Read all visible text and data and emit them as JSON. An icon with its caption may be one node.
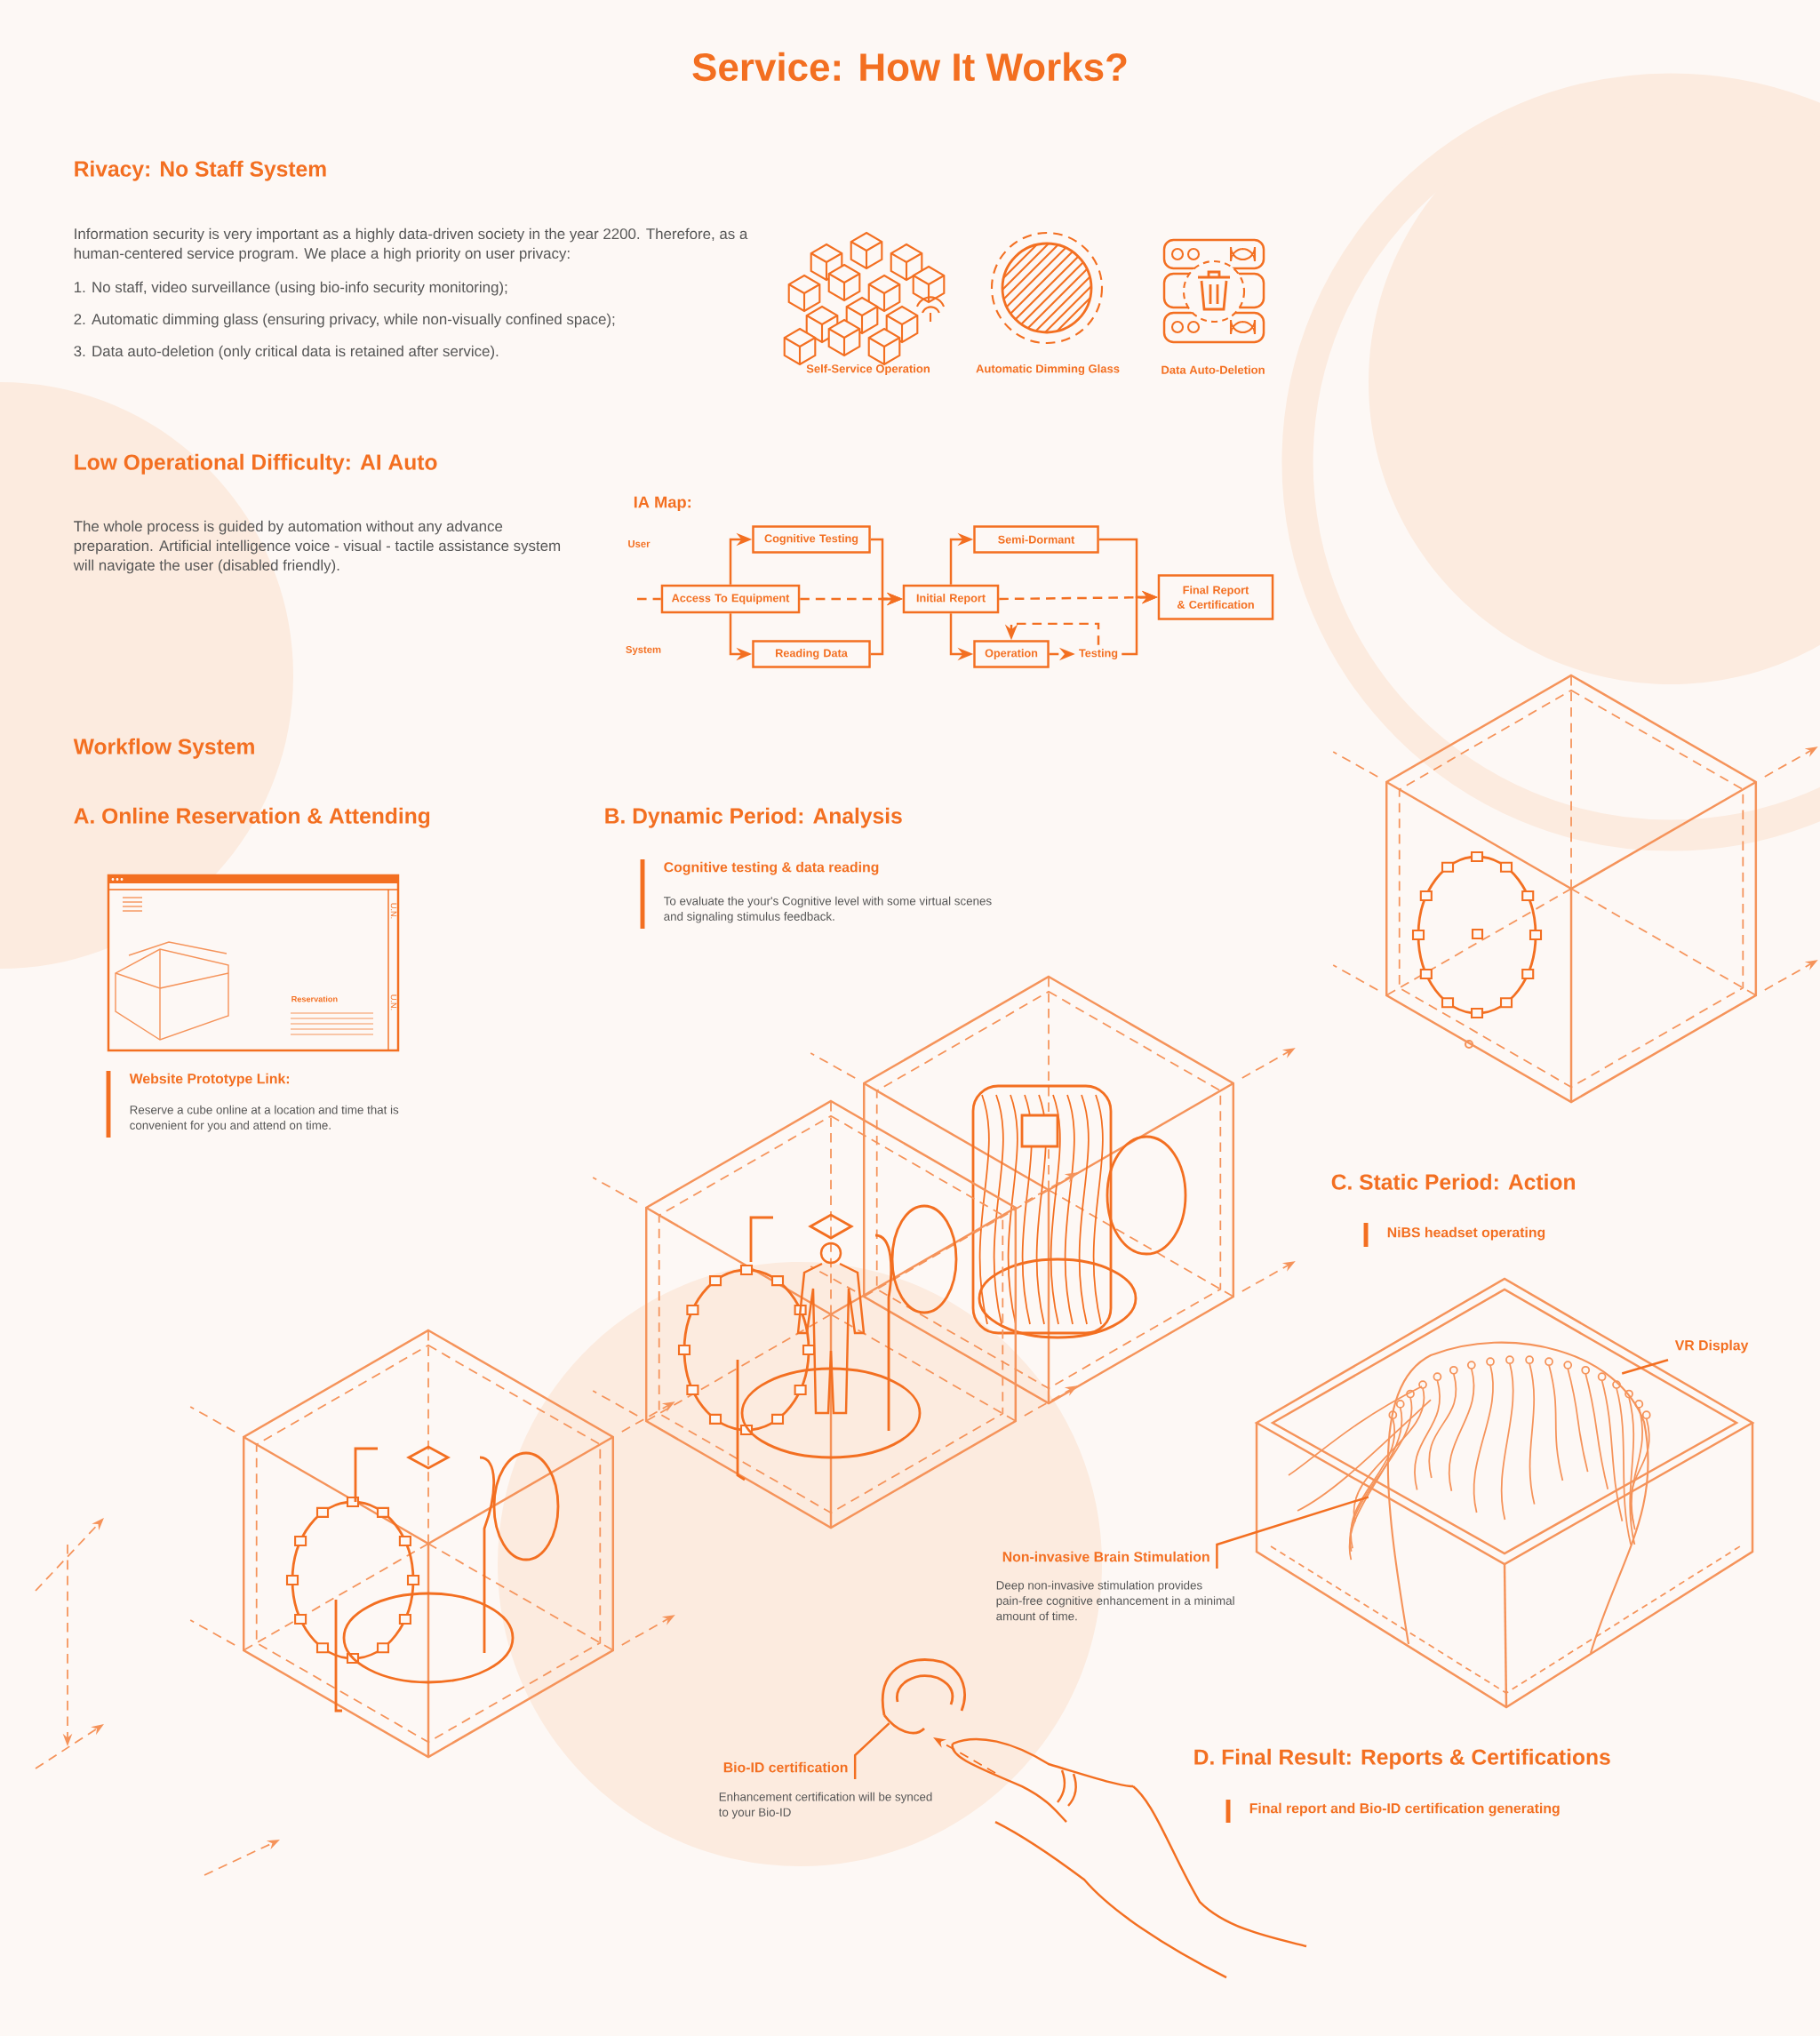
{
  "diagram": {
    "title": "Service: How It Works?",
    "nodes": [
      {
        "text": [
          "Access To Equipment"
        ]
      },
      {
        "text": [
          "Cognitive Testing"
        ]
      },
      {
        "text": [
          "Reading Data"
        ]
      },
      {
        "text": [
          "Initial Report"
        ]
      },
      {
        "text": [
          "Semi-Dormant"
        ]
      },
      {
        "text": [
          "Operation"
        ]
      },
      {
        "text": [
          "Testing"
        ]
      },
      {
        "text": [
          "Final Report & Certification"
        ]
      },
      {
        "text": [
          "VR Display"
        ]
      },
      {
        "text": [
          "Non-invasive Brain Stimulation"
        ]
      },
      {
        "text": [
          "Bio-ID certification"
        ]
      },
      {
        "text": [],
        "shape": "picture"
      },
      {
        "text": [],
        "shape": "picture"
      }
    ],
    "edges": [
      {
        "from": null,
        "to": 0,
        "arrow": "none",
        "style": "dashed"
      },
      {
        "from": 0,
        "to": 1,
        "arrow": "to"
      },
      {
        "from": 0,
        "to": 2,
        "arrow": "to"
      },
      {
        "from": 0,
        "to": 3,
        "arrow": "to",
        "style": "dashed"
      },
      {
        "from": 1,
        "to": 3,
        "arrow": "to"
      },
      {
        "from": 2,
        "to": 3,
        "arrow": "to"
      },
      {
        "from": 3,
        "to": 4,
        "arrow": "to"
      },
      {
        "from": 3,
        "to": 5,
        "arrow": "to"
      },
      {
        "from": 5,
        "to": 6,
        "arrow": "to",
        "style": "dashed"
      },
      {
        "from": 6,
        "to": 5,
        "arrow": "to",
        "style": "dashed"
      },
      {
        "from": 3,
        "to": 7,
        "arrow": "to",
        "style": "dashed"
      },
      {
        "from": 4,
        "to": 7,
        "arrow": "to"
      },
      {
        "from": 6,
        "to": 7,
        "arrow": "to"
      },
      {
        "from": 8,
        "to": 12,
        "arrow": "none"
      },
      {
        "from": 9,
        "to": 12,
        "arrow": "none"
      },
      {
        "from": 10,
        "to": 11,
        "arrow": "none"
      }
    ],
    "labels": [
      "Rivacy: No Staff System",
      "Information security is very important as a highly data-driven society in the year 2200. Therefore, as a human-centered service program. We place a high priority on user privacy:",
      "1. No staff, video surveillance (using bio-info security monitoring);",
      "2. Automatic dimming glass (ensuring privacy, while non-visually confined space);",
      "3. Data auto-deletion (only critical data is retained after service).",
      "Self-Service Operation",
      "Automatic Dimming Glass",
      "Data Auto-Deletion",
      "Low Operational Difficulty: AI Auto",
      "The whole process is guided by automation without any advance preparation. Artificial intelligence voice - visual - tactile assistance system will navigate the user (disabled friendly).",
      "IA Map:",
      "User",
      "System",
      "Workflow System",
      "A. Online Reservation & Attending",
      "Reservation",
      "U.N.",
      "U.N.",
      "Website Prototype Link:",
      "Reserve a cube online at a location and time that is convenient for you and attend on time.",
      "B. Dynamic Period: Analysis",
      "Cognitive testing & data reading",
      "To evaluate the your's Cognitive level with some virtual scenes and signaling stimulus feedback.",
      "C. Static Period: Action",
      "NiBS headset operating",
      "Deep non-invasive stimulation provides pain-free cognitive enhancement in a minimal amount of time.",
      "Enhancement certification will be synced to your Bio-ID",
      "D. Final Result: Reports & Certifications",
      "Final report and Bio-ID certification generating"
    ]
  }
}
